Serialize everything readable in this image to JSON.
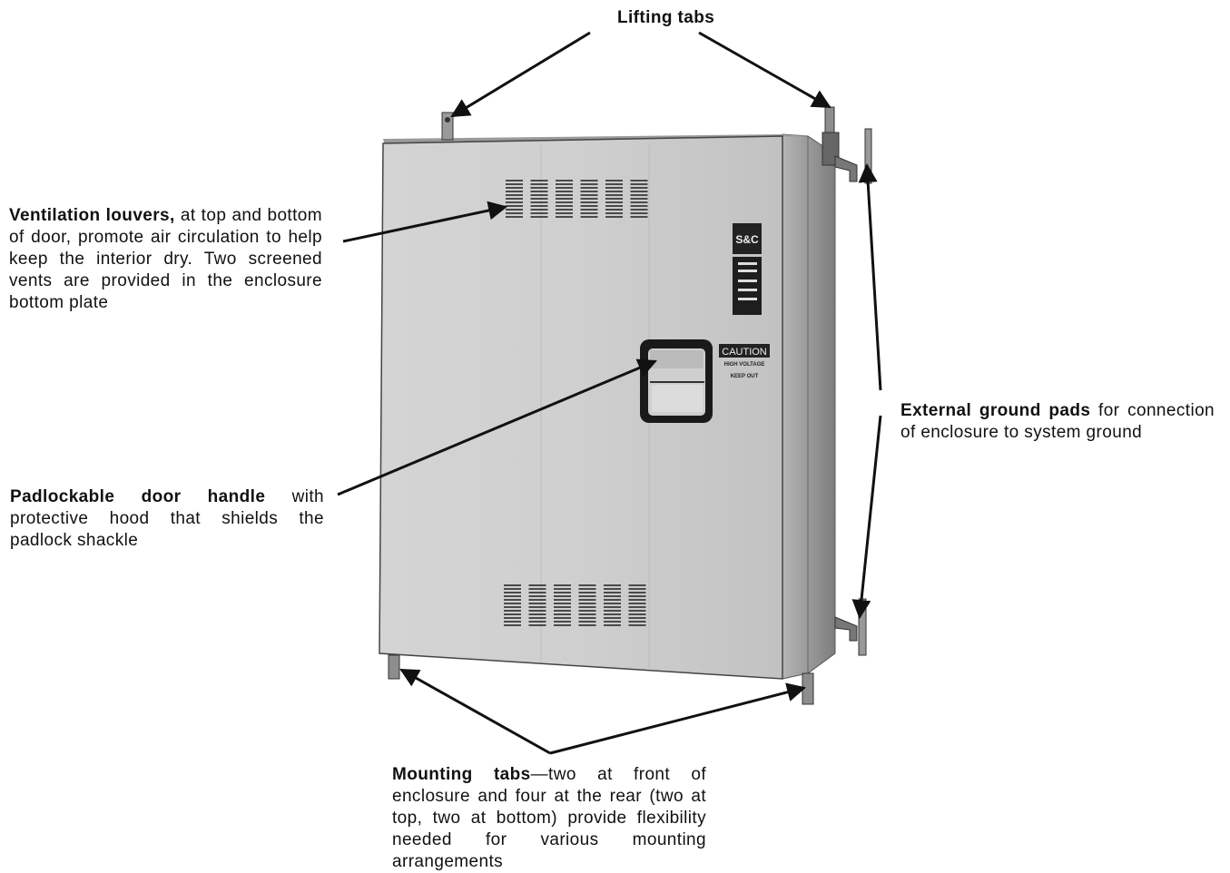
{
  "callouts": {
    "lifting_tabs": {
      "title": "Lifting tabs"
    },
    "ventilation": {
      "title": "Ventilation louvers,",
      "text": " at top and bottom of door, promote air circulation to help keep the interior dry. Two screened vents are provided in the enclosure bottom plate"
    },
    "handle": {
      "title": "Padlockable door handle",
      "text": " with protective hood that shields the padlock shackle"
    },
    "ground": {
      "title": "External ground pads",
      "text": " for connection of enclosure to system ground"
    },
    "mounting": {
      "title": "Mounting tabs",
      "text": "—two at front of enclosure and four at the rear (two at top, two at bottom) provide flexibility needed for various mounting arrangements"
    }
  },
  "enclosure": {
    "logo": "S&C",
    "caution_title": "CAUTION",
    "caution_line1": "HIGH VOLTAGE",
    "caution_line2": "KEEP OUT"
  }
}
